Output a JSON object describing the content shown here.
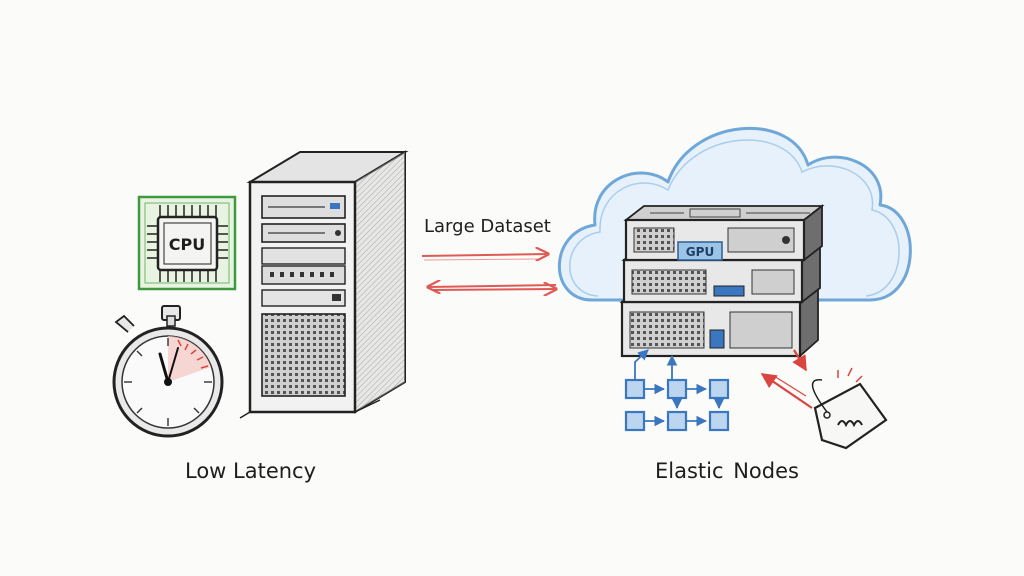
{
  "labels": {
    "dataset": "Large Dataset",
    "latency": "Low Latency",
    "elastic": "Elastic Nodes"
  },
  "cpu_chip": {
    "text": "CPU"
  },
  "gpu_server": {
    "text": "GPU"
  },
  "icons": [
    "cpu-chip-icon",
    "stopwatch-icon",
    "tower-server-icon",
    "cloud-icon",
    "gpu-server-stack-icon",
    "node-grid-icon",
    "price-tag-icon",
    "data-transfer-arrows-icon"
  ],
  "colors": {
    "ink": "#2a2a2a",
    "arrow": "#e05a55",
    "cloud": "#6fa8d8",
    "chip": "#3e9a3e",
    "node": "#3b77c0"
  }
}
